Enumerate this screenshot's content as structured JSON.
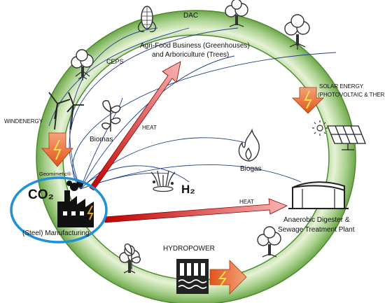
{
  "labels": {
    "dac": "DAC",
    "agri_line1": "Agri-Food Business (Greenhouses)",
    "agri_line2": "and Arboriculture (Trees)",
    "ceps": "CEPS",
    "solar_line1": "SOLAR ENERGY",
    "solar_line2": "(PHOTOVOLTAIC & THERMAL)",
    "windenergy": "WINDENERGY",
    "heat_upper": "HEAT",
    "heat_lower": "HEAT",
    "biomas": "Biomas",
    "biogas": "Biogas",
    "h2": "H₂",
    "geomimetic": "Geomimetic®",
    "co2": "CO₂",
    "manufacturing": "(Steel) Manufacturing",
    "digester_line1": "Anaerobic Digester &",
    "digester_line2": "Sewage Treatment Plant",
    "hydropower": "HYDROPOWER"
  },
  "colors": {
    "ring_outer": "#4f8a2f",
    "ring_light": "#e6f2d5",
    "ring_mid": "#a9d18e",
    "arrow_fill": "#f4a6a6",
    "arrow_dark": "#c00000",
    "orange_arrow": "#e86b1e",
    "blue_curve": "#1f3f8f",
    "highlight": "#1e90d6"
  }
}
